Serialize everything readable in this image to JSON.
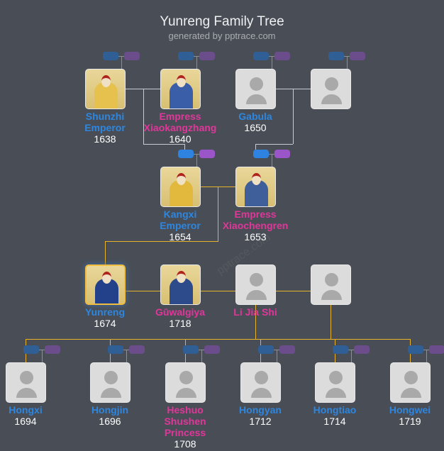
{
  "header": {
    "title": "Yunreng Family Tree",
    "subtitle": "generated by pptrace.com"
  },
  "watermark": "pptrace.com",
  "colors": {
    "male": "#2d86e0",
    "female": "#e0369a",
    "line": "#e8b32a",
    "background": "#494e56"
  },
  "people": [
    {
      "id": "shunzhi",
      "name": "Shunzhi Emperor",
      "year": "1638",
      "gender": "male",
      "photo": true
    },
    {
      "id": "xiaokangzhang",
      "name": "Empress Xiaokangzhang",
      "year": "1640",
      "gender": "female",
      "photo": true
    },
    {
      "id": "gabula",
      "name": "Gabula",
      "year": "1650",
      "gender": "male",
      "photo": false
    },
    {
      "id": "unknown1",
      "name": "",
      "year": "",
      "photo": false
    },
    {
      "id": "kangxi",
      "name": "Kangxi Emperor",
      "year": "1654",
      "gender": "male",
      "photo": true
    },
    {
      "id": "xiaochengren",
      "name": "Empress Xiaochengren",
      "year": "1653",
      "gender": "female",
      "photo": true
    },
    {
      "id": "yunreng",
      "name": "Yunreng",
      "year": "1674",
      "gender": "male",
      "photo": true,
      "selected": true
    },
    {
      "id": "guwalgiya",
      "name": "Gūwalgiya",
      "year": "1718",
      "gender": "female",
      "photo": true
    },
    {
      "id": "lijiashi",
      "name": "Li Jia Shi",
      "year": "",
      "gender": "female",
      "photo": false
    },
    {
      "id": "unknown2",
      "name": "",
      "year": "",
      "photo": false
    },
    {
      "id": "hongxi",
      "name": "Hongxi",
      "year": "1694",
      "gender": "male"
    },
    {
      "id": "hongjin",
      "name": "Hongjin",
      "year": "1696",
      "gender": "male"
    },
    {
      "id": "heshuo",
      "name": "Heshuo Shushen Princess",
      "year": "1708",
      "gender": "female"
    },
    {
      "id": "hongyan",
      "name": "Hongyan",
      "year": "1712",
      "gender": "male"
    },
    {
      "id": "hongtiao",
      "name": "Hongtiao",
      "year": "1714",
      "gender": "male"
    },
    {
      "id": "hongwei",
      "name": "Hongwei",
      "year": "1719",
      "gender": "male"
    }
  ]
}
